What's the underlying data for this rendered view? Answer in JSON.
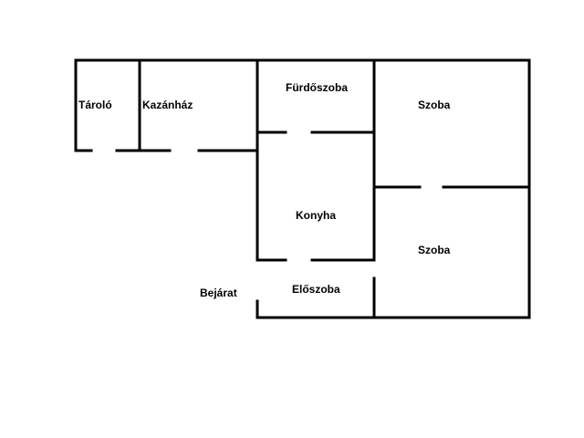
{
  "floor_plan": {
    "wall_color": "#000000",
    "background": "#ffffff",
    "rooms": {
      "taroló": "Tároló",
      "kazanhaz": "Kazánház",
      "furdoszoba": "Fürdőszoba",
      "szoba_upper": "Szoba",
      "konyha": "Konyha",
      "szoba_lower": "Szoba",
      "eloszoba": "Előszoba"
    },
    "entrance_label": "Bejárat"
  }
}
